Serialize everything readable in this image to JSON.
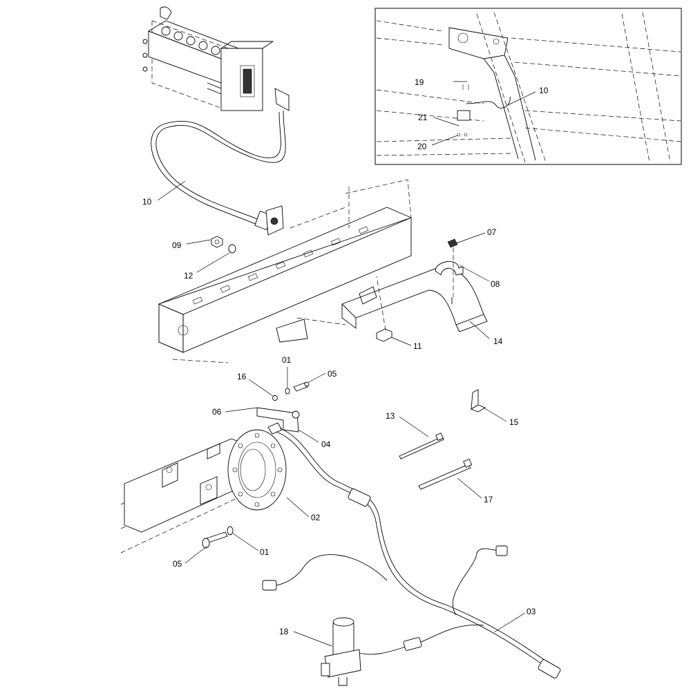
{
  "callouts": {
    "c01a": "01",
    "c01b": "01",
    "c02": "02",
    "c03": "03",
    "c04": "04",
    "c05a": "05",
    "c05b": "05",
    "c06": "06",
    "c07": "07",
    "c08": "08",
    "c09": "09",
    "c10a": "10",
    "c10b": "10",
    "c11": "11",
    "c12": "12",
    "c13": "13",
    "c14": "14",
    "c15": "15",
    "c16": "16",
    "c17": "17",
    "c18": "18",
    "c19": "19",
    "c20": "20",
    "c21": "21"
  }
}
